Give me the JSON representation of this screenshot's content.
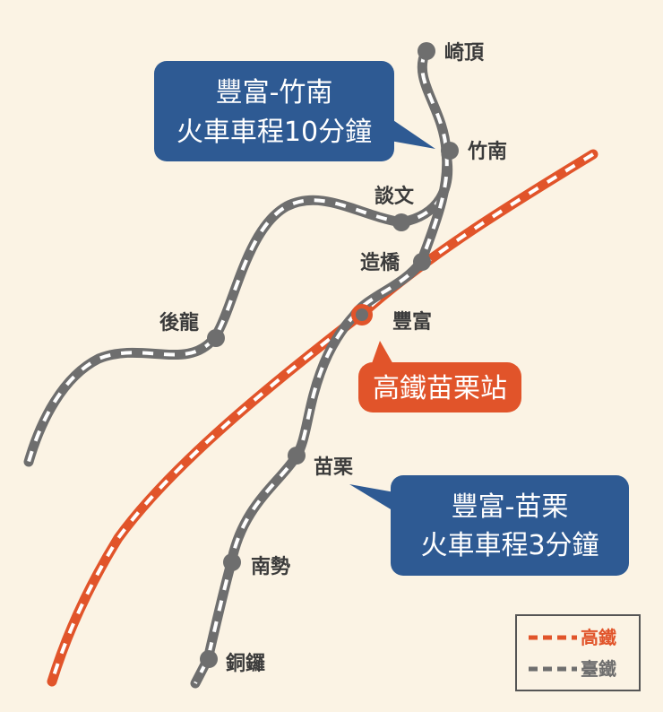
{
  "stations": {
    "qiding": "崎頂",
    "zhunan": "竹南",
    "tanwen": "談文",
    "zaoqiao": "造橋",
    "houlong": "後龍",
    "fengfu": "豐富",
    "miaoli": "苗栗",
    "nanshi": "南勢",
    "tongluo": "銅鑼"
  },
  "callout_top": {
    "line1": "豐富-竹南",
    "line2": "火車車程10分鐘"
  },
  "callout_bottom": {
    "line1": "豐富-苗栗",
    "line2": "火車車程3分鐘"
  },
  "hsr_station_label": "高鐵苗栗站",
  "legend": {
    "hsr": "高鐵",
    "tra": "臺鐵"
  },
  "colors": {
    "background": "#fbf3e4",
    "hsr": "#e1542a",
    "tra": "#6e6e6e",
    "callout": "#2e5a93",
    "hsr_badge": "#e1542a"
  }
}
